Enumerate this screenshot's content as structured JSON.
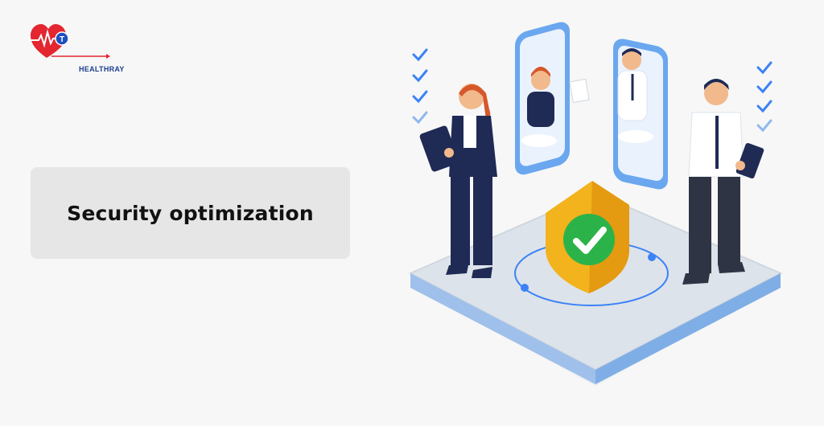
{
  "brand": {
    "name": "HEALTHRAY",
    "heart_color": "#e3262f",
    "text_color": "#1d3f8f"
  },
  "hero": {
    "title": "Security optimization"
  },
  "illustration": {
    "subject": "security-shield-checkmark",
    "shield_color": "#f2b31c",
    "check_circle_color": "#2bb34a",
    "platform_color": "#dfe4ea",
    "accent_blue": "#3b82f6"
  }
}
